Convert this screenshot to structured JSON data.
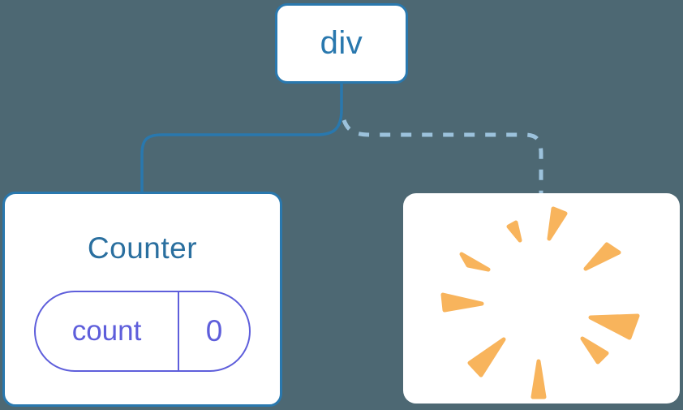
{
  "diagram": {
    "kind": "react-component-tree",
    "background_color": "#4D6873",
    "root": {
      "label": "div"
    },
    "edges": [
      {
        "id": "root-to-counter",
        "style": "solid",
        "color": "#2978AE",
        "meaning": "kept-child"
      },
      {
        "id": "root-to-removed",
        "style": "dashed",
        "color": "#9CC2DC",
        "meaning": "removed-child"
      }
    ],
    "children": [
      {
        "kind": "component",
        "title": "Counter",
        "accent_color": "#2A6F9F",
        "state": {
          "key": "count",
          "value": "0",
          "color": "#5E5EDB"
        }
      },
      {
        "kind": "removed",
        "icon": "poof-burst-icon",
        "burst_color": "#F8B45C"
      }
    ]
  }
}
